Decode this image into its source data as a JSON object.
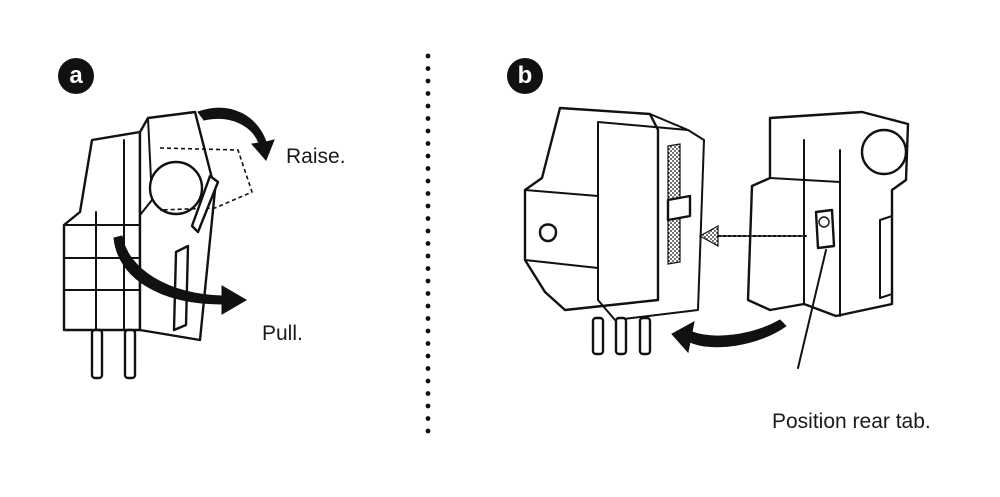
{
  "panels": [
    {
      "badge": "a",
      "captions": {
        "raise": "Raise.",
        "pull": "Pull."
      }
    },
    {
      "badge": "b",
      "captions": {
        "position": "Position rear tab."
      }
    }
  ],
  "colors": {
    "ink": "#111111",
    "background": "#ffffff"
  }
}
